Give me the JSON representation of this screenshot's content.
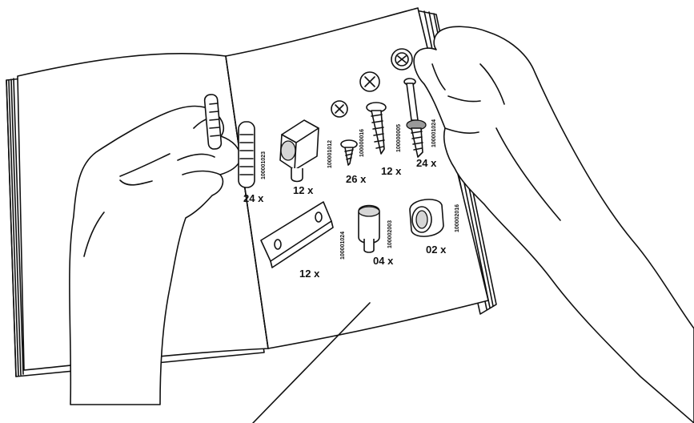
{
  "parts": [
    {
      "id": "dowel",
      "qty": "24 x",
      "code": "100001023"
    },
    {
      "id": "cam-block",
      "qty": "12 x",
      "code": "100001012"
    },
    {
      "id": "small-screw",
      "qty": "26 x",
      "code": "100000016"
    },
    {
      "id": "long-screw",
      "qty": "12 x",
      "code": "100000005"
    },
    {
      "id": "bolt-washer",
      "qty": "24 x",
      "code": "100001024"
    },
    {
      "id": "metal-plate",
      "qty": "12 x",
      "code": "100001024"
    },
    {
      "id": "cap-cup",
      "qty": "04 x",
      "code": "100002003"
    },
    {
      "id": "ring-cap",
      "qty": "02 x",
      "code": "100002016"
    }
  ],
  "colors": {
    "ink": "#111111",
    "paper": "#ffffff",
    "metal": "#9a9a9a"
  },
  "icons": [
    "phillips-head-icon"
  ]
}
